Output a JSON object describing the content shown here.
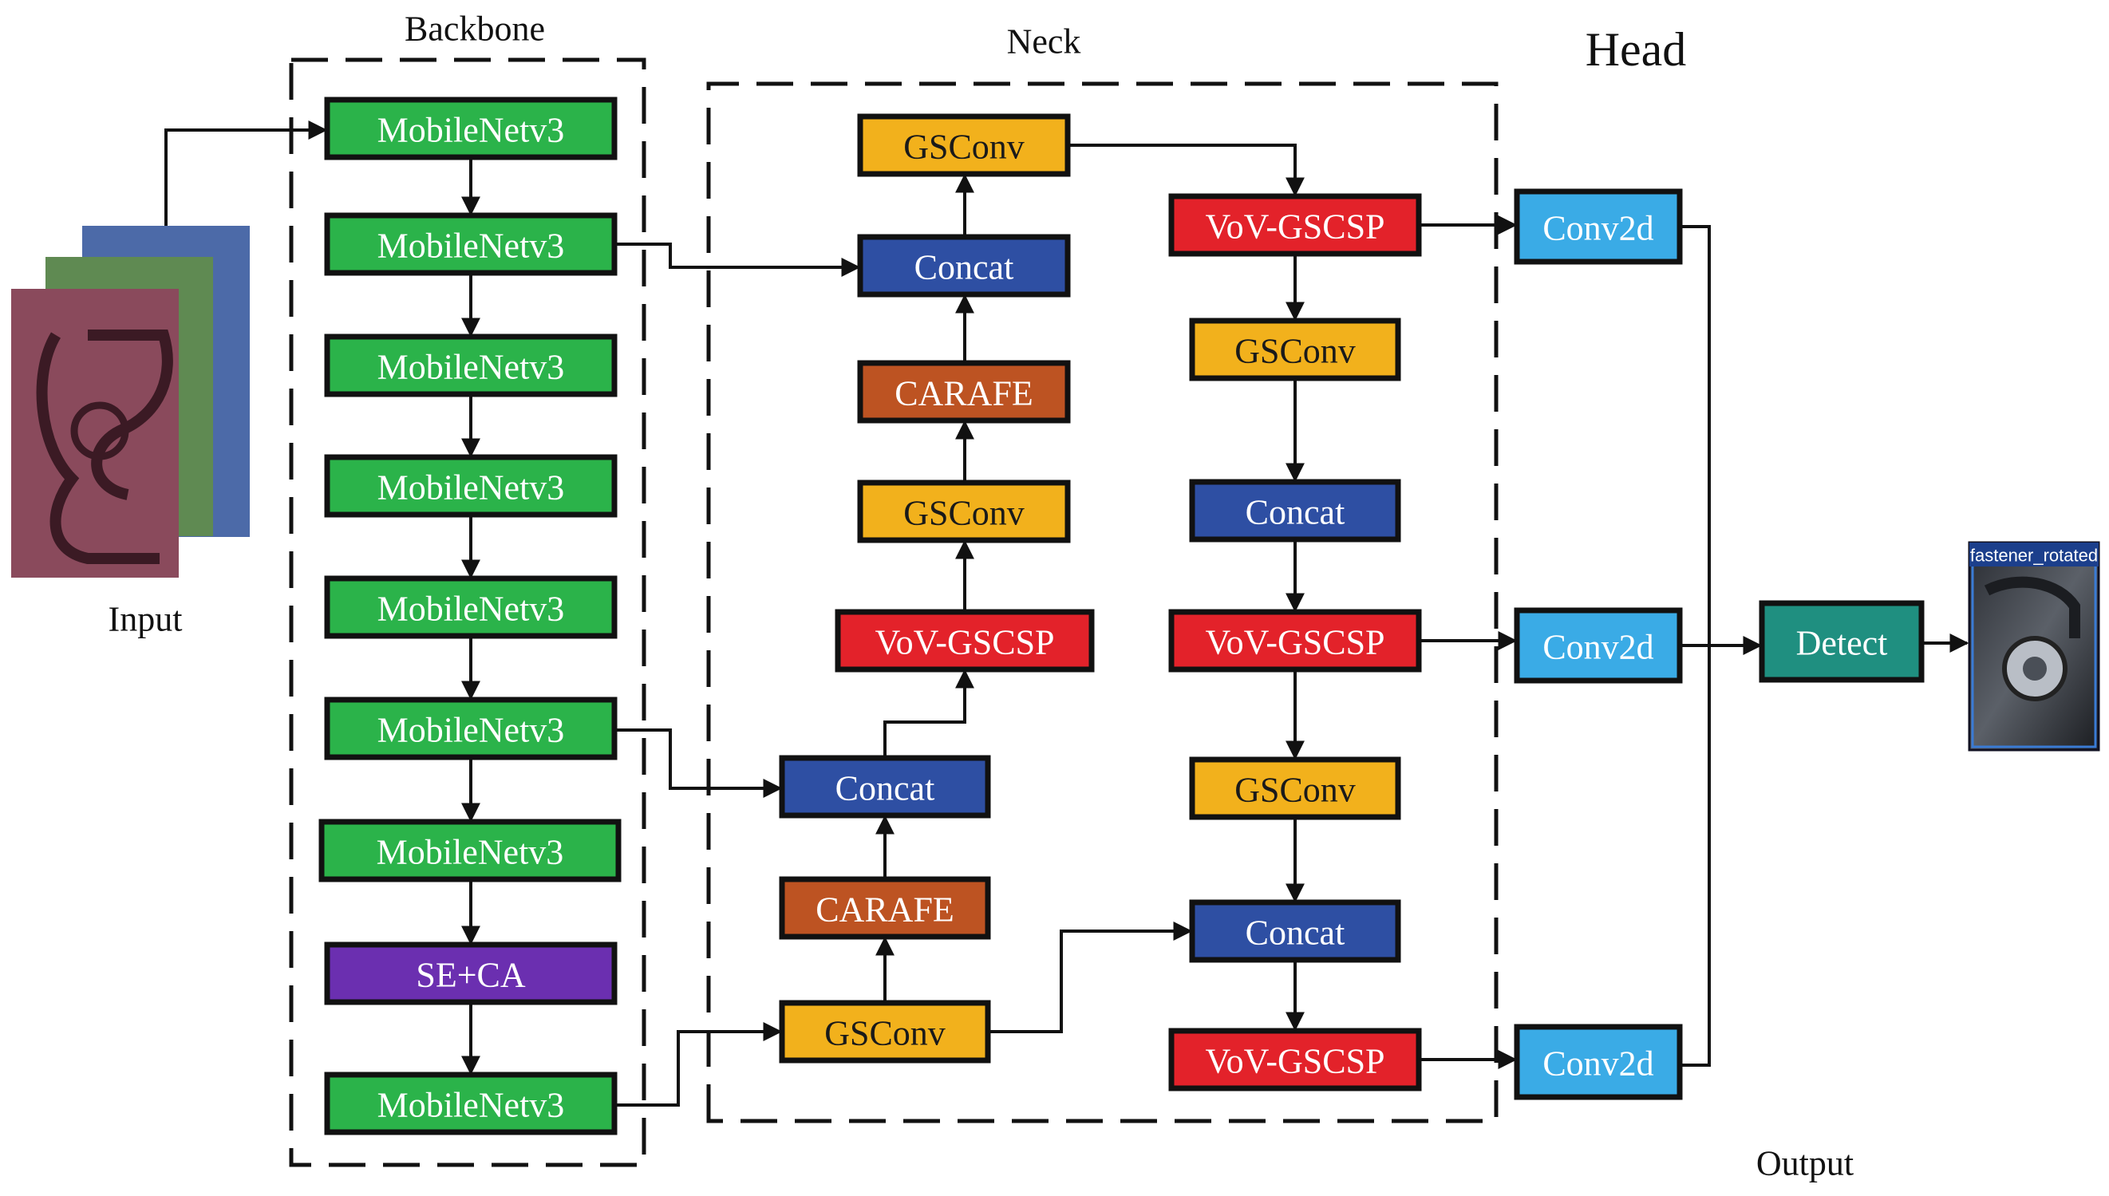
{
  "sections": {
    "backbone": "Backbone",
    "neck": "Neck",
    "head": "Head",
    "input": "Input",
    "output": "Output"
  },
  "colors": {
    "mobilenet": "#2bb34a",
    "se_ca": "#6b2fb0",
    "gsconv": "#f2b11c",
    "concat": "#2e4fa3",
    "carafe": "#bd5322",
    "vov": "#e3222a",
    "conv2d": "#3aabe6",
    "detect": "#1f8f80"
  },
  "backbone": [
    {
      "id": "b1",
      "label": "MobileNetv3",
      "type": "mobilenet"
    },
    {
      "id": "b2",
      "label": "MobileNetv3",
      "type": "mobilenet"
    },
    {
      "id": "b3",
      "label": "MobileNetv3",
      "type": "mobilenet"
    },
    {
      "id": "b4",
      "label": "MobileNetv3",
      "type": "mobilenet"
    },
    {
      "id": "b5",
      "label": "MobileNetv3",
      "type": "mobilenet"
    },
    {
      "id": "b6",
      "label": "MobileNetv3",
      "type": "mobilenet"
    },
    {
      "id": "b7",
      "label": "MobileNetv3",
      "type": "mobilenet"
    },
    {
      "id": "b8",
      "label": "SE+CA",
      "type": "se_ca"
    },
    {
      "id": "b9",
      "label": "MobileNetv3",
      "type": "mobilenet"
    }
  ],
  "neck": [
    {
      "id": "n1",
      "label": "GSConv",
      "type": "gsconv"
    },
    {
      "id": "n2",
      "label": "Concat",
      "type": "concat"
    },
    {
      "id": "n3",
      "label": "CARAFE",
      "type": "carafe"
    },
    {
      "id": "n4",
      "label": "GSConv",
      "type": "gsconv"
    },
    {
      "id": "n5",
      "label": "VoV-GSCSP",
      "type": "vov"
    },
    {
      "id": "n6",
      "label": "Concat",
      "type": "concat"
    },
    {
      "id": "n7",
      "label": "CARAFE",
      "type": "carafe"
    },
    {
      "id": "n8",
      "label": "GSConv",
      "type": "gsconv"
    },
    {
      "id": "r1",
      "label": "VoV-GSCSP",
      "type": "vov"
    },
    {
      "id": "r2",
      "label": "GSConv",
      "type": "gsconv"
    },
    {
      "id": "r3",
      "label": "Concat",
      "type": "concat"
    },
    {
      "id": "r4",
      "label": "VoV-GSCSP",
      "type": "vov"
    },
    {
      "id": "r5",
      "label": "GSConv",
      "type": "gsconv"
    },
    {
      "id": "r6",
      "label": "Concat",
      "type": "concat"
    },
    {
      "id": "r7",
      "label": "VoV-GSCSP",
      "type": "vov"
    }
  ],
  "head": [
    {
      "id": "h1",
      "label": "Conv2d",
      "type": "conv2d"
    },
    {
      "id": "h2",
      "label": "Conv2d",
      "type": "conv2d"
    },
    {
      "id": "h3",
      "label": "Conv2d",
      "type": "conv2d"
    },
    {
      "id": "det",
      "label": "Detect",
      "type": "detect"
    }
  ],
  "output_image_caption": "fastener_rotated"
}
